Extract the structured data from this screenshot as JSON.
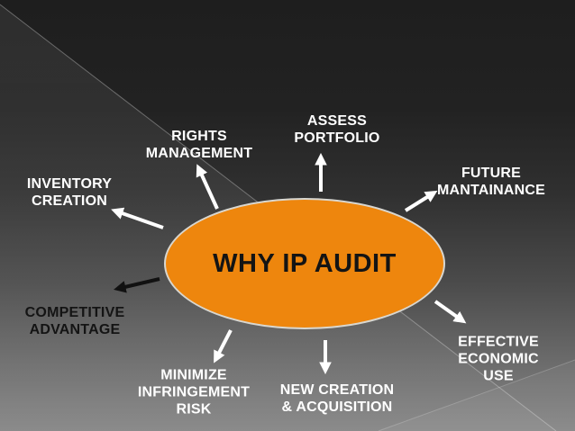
{
  "diagram": {
    "type": "radial-spoke-diagram",
    "title": "WHY IP AUDIT",
    "colors": {
      "ellipse_fill": "#EE860D",
      "ellipse_border": "#D9D7D0",
      "background_top": "#1E1E1E",
      "background_bottom": "#868686",
      "label_light": "#FFFFFF",
      "label_dark": "#141414",
      "arrow_light": "#FFFFFF",
      "arrow_dark": "#111111"
    },
    "nodes": [
      {
        "id": "assess-portfolio",
        "label": "ASSESS\nPORTFOLIO",
        "tone": "light"
      },
      {
        "id": "rights-management",
        "label": "RIGHTS\nMANAGEMENT",
        "tone": "light"
      },
      {
        "id": "inventory-creation",
        "label": "INVENTORY\nCREATION",
        "tone": "light"
      },
      {
        "id": "future-mantainance",
        "label": "FUTURE\nMANTAINANCE",
        "tone": "light"
      },
      {
        "id": "competitive-advantage",
        "label": "COMPETITIVE\nADVANTAGE",
        "tone": "dark"
      },
      {
        "id": "minimize-infringement-risk",
        "label": "MINIMIZE\nINFRINGEMENT\nRISK",
        "tone": "light"
      },
      {
        "id": "new-creation-acquisition",
        "label": "NEW CREATION\n& ACQUISITION",
        "tone": "light"
      },
      {
        "id": "effective-economic-use",
        "label": "EFFECTIVE\nECONOMIC\nUSE",
        "tone": "light"
      }
    ]
  }
}
